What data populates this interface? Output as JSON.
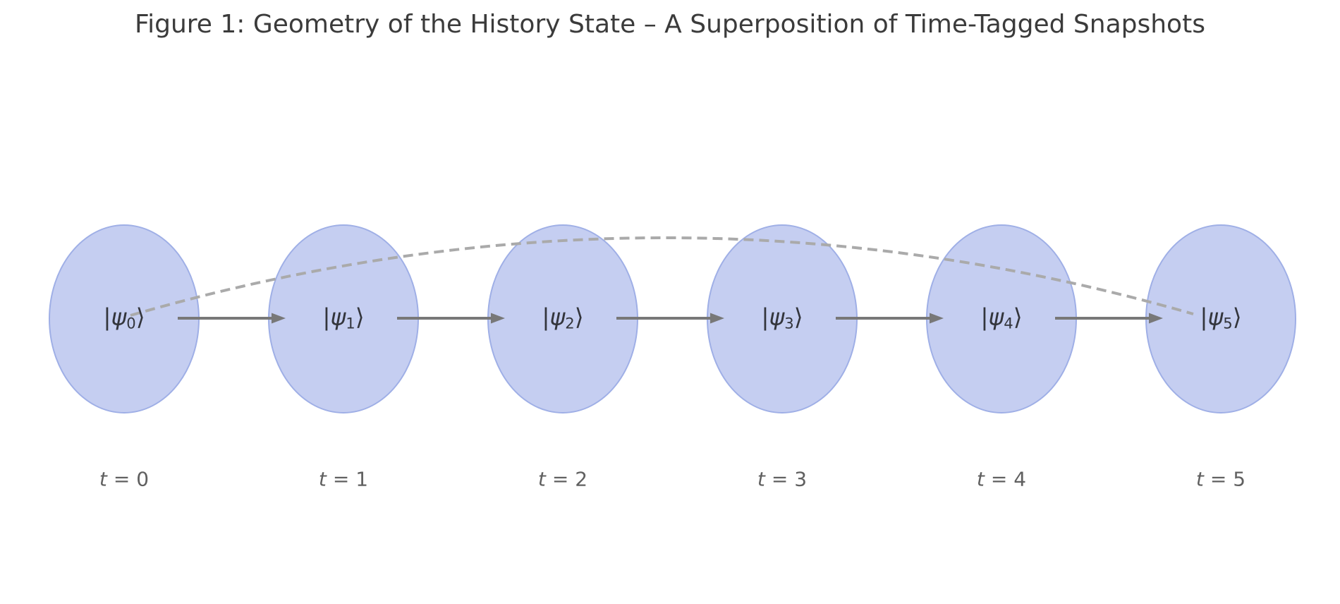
{
  "figure": {
    "title": "Figure 1: Geometry of the History State – A Superposition of Time-Tagged Snapshots"
  },
  "diagram": {
    "nodes": [
      {
        "ket_open": "|",
        "psi": "ψ",
        "subscript": "0",
        "ket_close": "⟩",
        "time_var": "t",
        "time_value": "= 0"
      },
      {
        "ket_open": "|",
        "psi": "ψ",
        "subscript": "1",
        "ket_close": "⟩",
        "time_var": "t",
        "time_value": "= 1"
      },
      {
        "ket_open": "|",
        "psi": "ψ",
        "subscript": "2",
        "ket_close": "⟩",
        "time_var": "t",
        "time_value": "= 2"
      },
      {
        "ket_open": "|",
        "psi": "ψ",
        "subscript": "3",
        "ket_close": "⟩",
        "time_var": "t",
        "time_value": "= 3"
      },
      {
        "ket_open": "|",
        "psi": "ψ",
        "subscript": "4",
        "ket_close": "⟩",
        "time_var": "t",
        "time_value": "= 4"
      },
      {
        "ket_open": "|",
        "psi": "ψ",
        "subscript": "5",
        "ket_close": "⟩",
        "time_var": "t",
        "time_value": "= 5"
      }
    ],
    "colors": {
      "ellipse_fill": "#c5cef1",
      "ellipse_stroke": "#9fafe6",
      "arrow": "#787878",
      "dashed_curve": "#aaaaaa",
      "title_text": "#3b3b3b",
      "ket_text": "#33353c",
      "time_text": "#606060"
    }
  }
}
